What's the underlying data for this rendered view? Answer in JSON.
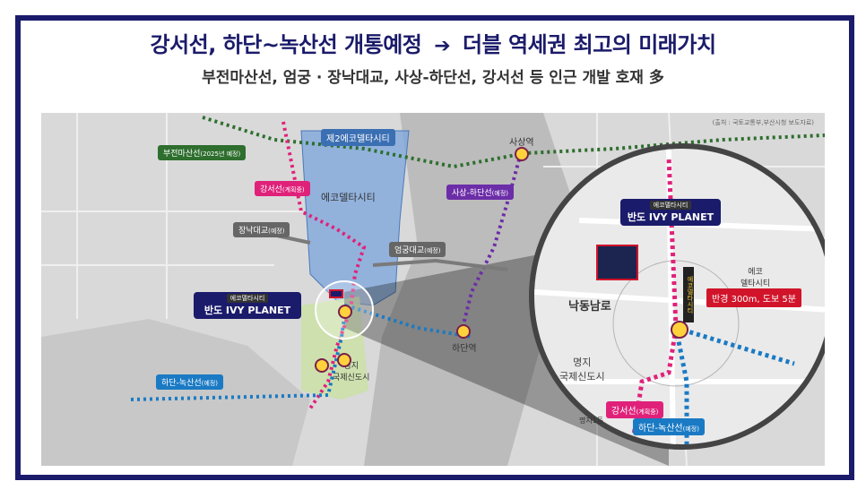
{
  "header": {
    "title_left": "강서선, 하단~녹산선 개통예정",
    "arrow": "➔",
    "title_right": "더블 역세권 최고의 미래가치",
    "subtitle": "부전마산선, 엄궁 · 장낙대교, 사상-하단선, 강서선 등 인근 개발 호재 多"
  },
  "map": {
    "source": "(출처 : 국토교통부,부산시청 보도자료)",
    "areas": {
      "eco2": "제2에코델타시티",
      "eco": "에코델타시티",
      "myeongji": "명지\n국제신도시",
      "eco_right": "에코\n델타시티",
      "myeongji_zoom": "명지\n국제신도시",
      "road": "낙동남로"
    },
    "lines": {
      "bujeon": {
        "name": "부전마산선",
        "status": "(2025년 예정)",
        "color": "#2e6e2e"
      },
      "gangseo": {
        "name": "강서선",
        "status": "(계획중)",
        "color": "#e0217a"
      },
      "sasang": {
        "name": "사상-하단선",
        "status": "(예정)",
        "color": "#6c2da8"
      },
      "hadan": {
        "name": "하단-녹산선",
        "status": "(예정)",
        "color": "#1a7ac4"
      },
      "jangnak": {
        "name": "장낙대교",
        "status": "(예정)"
      },
      "eomgung": {
        "name": "엄궁대교",
        "status": "(예정)"
      }
    },
    "stations": {
      "sasang": "사상역",
      "hadan": "하단역",
      "myeongji1": "명지1동"
    },
    "complex": {
      "tag": "에코델타시티",
      "name": "반도 IVY PLANET"
    },
    "zoom": {
      "tag": "에코델타시티",
      "name": "반도 IVY PLANET",
      "radius": "반경 300m, 도보 5분",
      "gangseo_label": "강서선",
      "gangseo_status": "(계획중)",
      "hadan_label": "하단-녹산선",
      "hadan_status": "(예정)",
      "vertical_sign": "에코델타시티"
    }
  }
}
